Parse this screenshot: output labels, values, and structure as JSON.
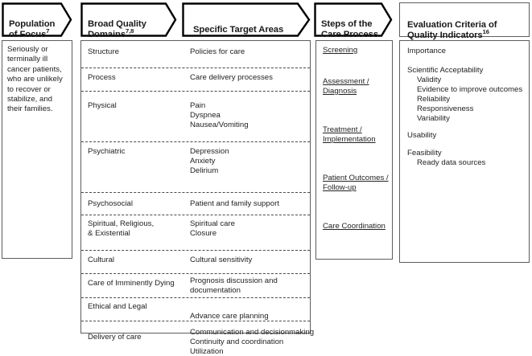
{
  "headers": [
    {
      "line1": "Population",
      "line2": "of Focus",
      "sup": "7",
      "shape": "chevron"
    },
    {
      "line1": "Broad Quality",
      "line2": "Domains",
      "sup": "7,8",
      "shape": "chevron"
    },
    {
      "line1": "Specific Target Areas",
      "line2": "",
      "sup": "",
      "shape": "chevron"
    },
    {
      "line1": "Steps of the",
      "line2": "Care Process",
      "sup": "",
      "shape": "chevron"
    },
    {
      "line1": "Evaluation Criteria of",
      "line2": "Quality Indicators",
      "sup": "16",
      "shape": "rect"
    }
  ],
  "population": {
    "text": "Seriously or terminally ill cancer patients, who are unlikely to recover or stabilize, and their families."
  },
  "domain_rows": [
    {
      "domain": "Structure",
      "targets": [
        "Policies for care"
      ]
    },
    {
      "domain": "Process",
      "targets": [
        "Care delivery processes"
      ]
    },
    {
      "domain": "Physical",
      "targets": [
        "Pain",
        "Dyspnea",
        "Nausea/Vomiting"
      ]
    },
    {
      "domain": "Psychiatric",
      "targets": [
        "Depression",
        "Anxiety",
        "Delirium"
      ]
    },
    {
      "domain": "Psychosocial",
      "targets": [
        "Patient and family support"
      ]
    },
    {
      "domain": "Spiritual, Religious,\n& Existential",
      "targets": [
        "Spiritual care",
        "Closure"
      ]
    },
    {
      "domain": "Cultural",
      "targets": [
        "Cultural sensitivity"
      ]
    },
    {
      "domain": "Care of Imminently Dying",
      "targets": [
        "Prognosis discussion and",
        "documentation"
      ]
    },
    {
      "domain": "Ethical and Legal",
      "targets": [
        "Advance care planning"
      ]
    },
    {
      "domain": "Delivery of care",
      "targets": [
        "Communication and decisionmaking",
        "Continuity and coordination",
        "Utilization"
      ]
    }
  ],
  "care_steps": [
    {
      "lines": [
        "Screening"
      ]
    },
    {
      "lines": [
        "Assessment /",
        "Diagnosis"
      ]
    },
    {
      "lines": [
        "Treatment /",
        "Implementation"
      ]
    },
    {
      "lines": [
        "Patient Outcomes /",
        "Follow-up"
      ]
    },
    {
      "lines": [
        "Care Coordination"
      ]
    }
  ],
  "criteria": [
    {
      "label": "Importance",
      "level": 0
    },
    {
      "label": "Scientific Acceptability",
      "level": 0
    },
    {
      "label": "Validity",
      "level": 1
    },
    {
      "label": "Evidence to improve outcomes",
      "level": 1
    },
    {
      "label": "Reliability",
      "level": 1
    },
    {
      "label": "Responsiveness",
      "level": 1
    },
    {
      "label": "Variability",
      "level": 1
    },
    {
      "label": "Usability",
      "level": 0
    },
    {
      "label": "Feasibility",
      "level": 0
    },
    {
      "label": "Ready data sources",
      "level": 1
    }
  ],
  "colors": {
    "border": "#5d5d5d",
    "header_border": "#000000",
    "text": "#222222",
    "background": "#ffffff"
  }
}
